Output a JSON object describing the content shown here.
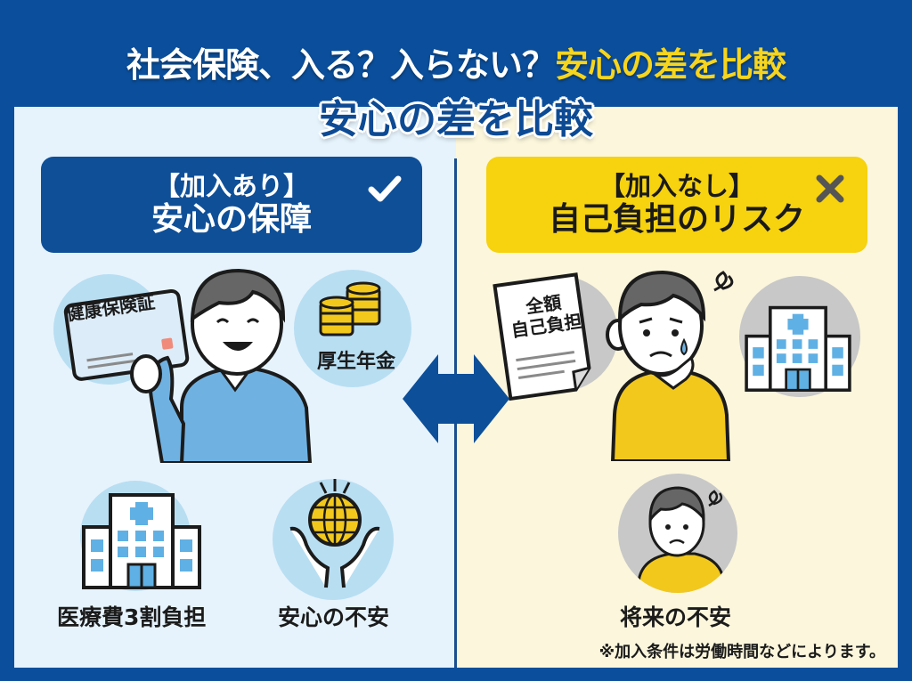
{
  "title": {
    "line1_white": "社会保険、入る？入らない？",
    "line1_highlight": "安心の差を比較",
    "line2": "安心の差を比較"
  },
  "colors": {
    "background_blue": "#0b4f9c",
    "highlight_yellow": "#f7d51d",
    "left_panel_bg": "#e6f3fc",
    "right_panel_bg": "#fbf6dc",
    "left_header_bg": "#0f4f98",
    "right_header_bg": "#f6d20f"
  },
  "left": {
    "header": {
      "line1": "【加入あり】",
      "line2": "安心の保障",
      "icon": "check-icon"
    },
    "items": [
      {
        "label": "健康保険証",
        "icon": "health-insurance-card-icon"
      },
      {
        "label": "厚生年金",
        "icon": "coin-stack-icon"
      },
      {
        "label": "医療費3割負担",
        "icon": "hospital-icon"
      },
      {
        "label": "安心の不安",
        "icon": "hands-globe-icon"
      }
    ],
    "person_icon": "smiling-person-icon"
  },
  "right": {
    "header": {
      "line1": "【加入なし】",
      "line2": "自己負担のリスク",
      "icon": "cross-icon"
    },
    "items": [
      {
        "label_line1": "全額",
        "label_line2": "自己負担",
        "icon": "bill-document-icon"
      },
      {
        "label": "",
        "icon": "hospital-icon"
      },
      {
        "label": "将来の不安",
        "icon": "worried-person-icon"
      }
    ],
    "person_icon": "worried-person-icon"
  },
  "center_icon": "double-arrow-icon",
  "footnote": "※加入条件は労働時間などによります。"
}
